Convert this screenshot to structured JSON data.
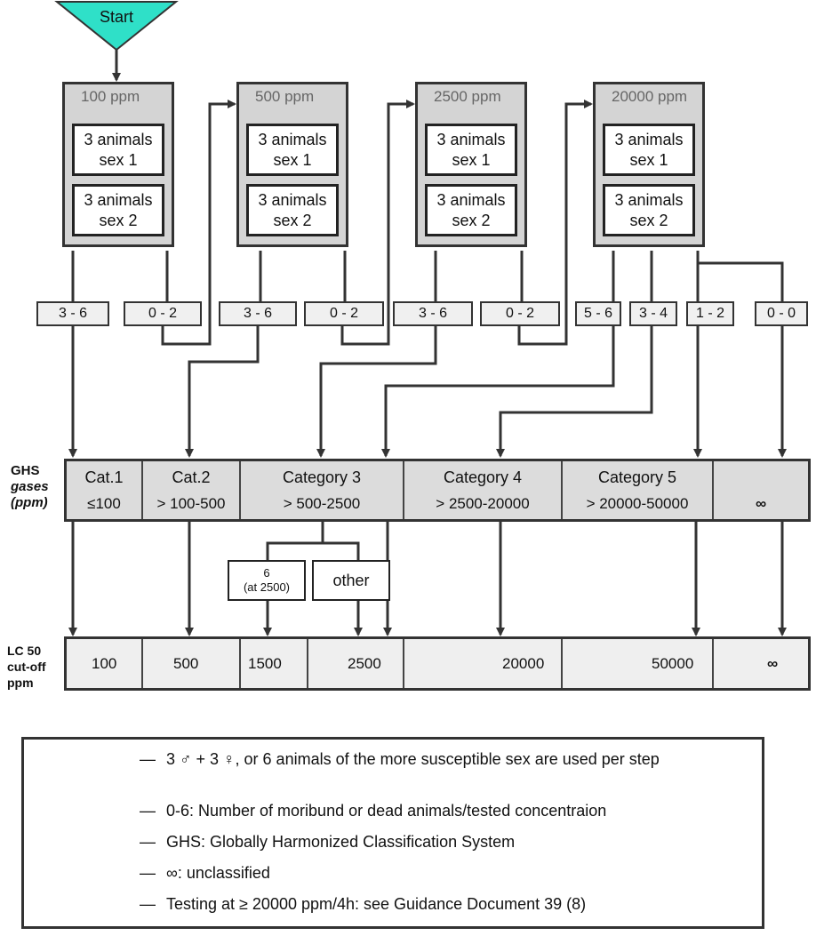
{
  "start": {
    "label": "Start"
  },
  "dose_groups": [
    {
      "title": "100 ppm",
      "box1": [
        "3 animals",
        "sex 1"
      ],
      "box2": [
        "3 animals",
        "sex 2"
      ]
    },
    {
      "title": "500 ppm",
      "box1": [
        "3 animals",
        "sex 1"
      ],
      "box2": [
        "3 animals",
        "sex 2"
      ]
    },
    {
      "title": "2500 ppm",
      "box1": [
        "3 animals",
        "sex 1"
      ],
      "box2": [
        "3 animals",
        "sex 2"
      ]
    },
    {
      "title": "20000 ppm",
      "box1": [
        "3 animals",
        "sex 1"
      ],
      "box2": [
        "3 animals",
        "sex 2"
      ]
    }
  ],
  "outcomes": [
    "3 - 6",
    "0 - 2",
    "3 - 6",
    "0 - 2",
    "3 - 6",
    "0 - 2",
    "5 - 6",
    "3 - 4",
    "1 - 2",
    "0 - 0"
  ],
  "ghs": {
    "label_line1": "GHS",
    "label_line2": "gases",
    "label_line3": "(ppm)",
    "categories": [
      {
        "name": "Cat.1",
        "range": "≤100"
      },
      {
        "name": "Cat.2",
        "range": "> 100-500"
      },
      {
        "name": "Category 3",
        "range": "> 500-2500"
      },
      {
        "name": "Category 4",
        "range": "> 2500-20000"
      },
      {
        "name": "Category 5",
        "range": "> 20000-50000"
      },
      {
        "name": "",
        "range": "∞"
      }
    ]
  },
  "substeps": {
    "six_line1": "6",
    "six_line2": "(at 2500)",
    "other": "other"
  },
  "lc50": {
    "label_line1": "LC 50",
    "label_line2": "cut-off",
    "label_line3": "ppm",
    "values": [
      "100",
      "500",
      "1500",
      "2500",
      "20000",
      "50000",
      "∞"
    ]
  },
  "legend": [
    "3 ♂ + 3 ♀, or 6 animals of the more susceptible sex are used per step",
    "0-6: Number of moribund or dead animals/tested concentraion",
    "GHS: Globally Harmonized Classification System",
    "∞: unclassified",
    "Testing at ≥ 20000 ppm/4h: see Guidance Document 39 (8)"
  ],
  "legend_dash": "—",
  "colors": {
    "start_fill": "#2fe0c8",
    "box_fill": "#d4d4d4",
    "band_fill": "#dcdcdc",
    "line": "#333333"
  }
}
